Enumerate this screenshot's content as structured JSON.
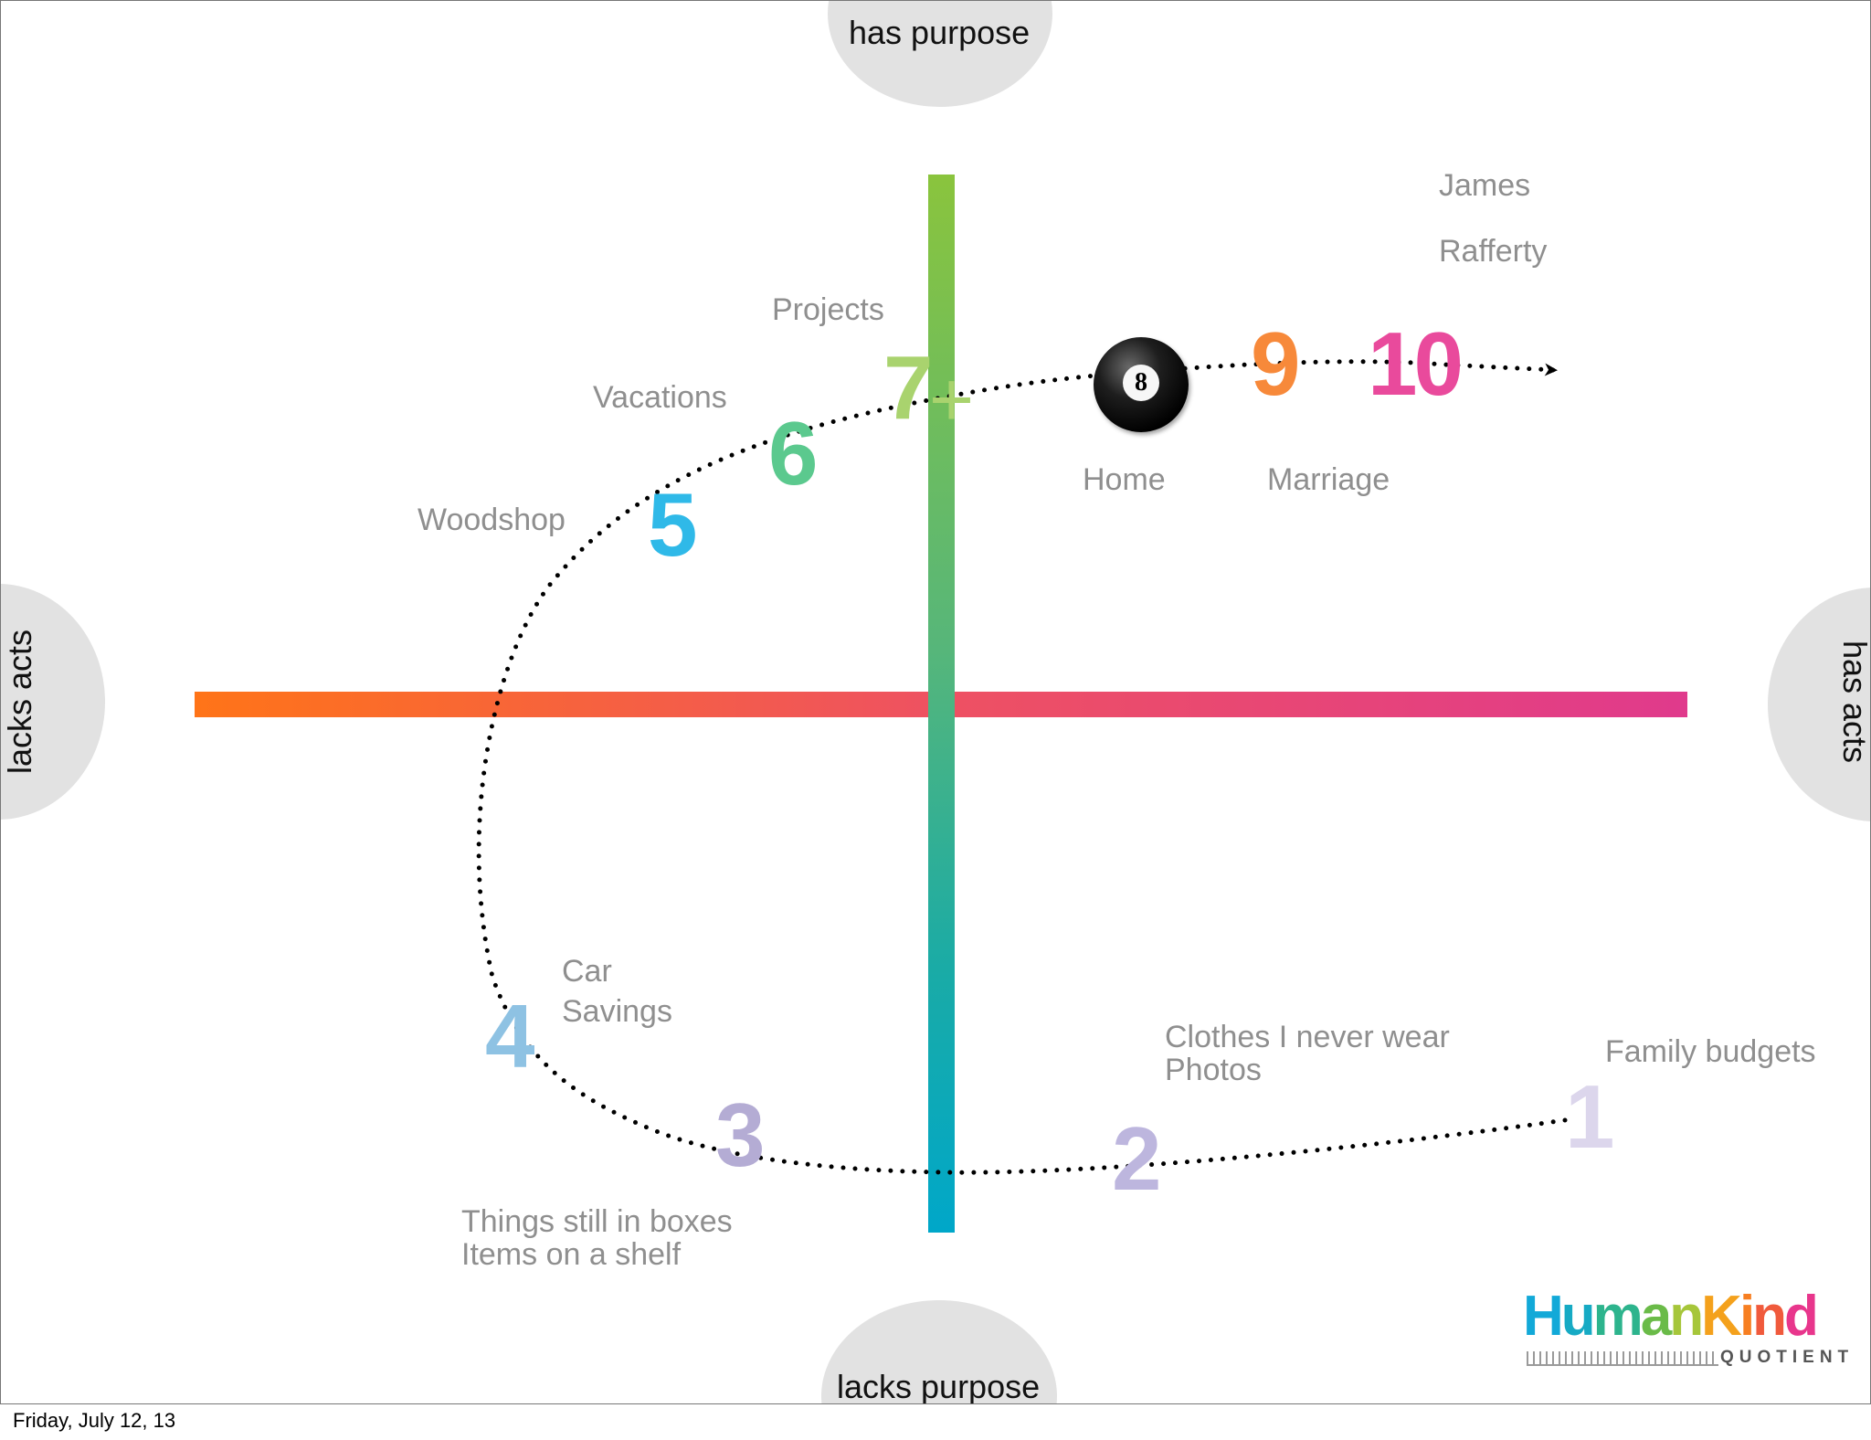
{
  "quadrants": {
    "top": "has purpose",
    "bottom": "lacks purpose",
    "left": "lacks acts",
    "right": "has acts"
  },
  "steps": [
    {
      "number": "1",
      "color": "#dcd6ec"
    },
    {
      "number": "2",
      "color": "#bdb6de"
    },
    {
      "number": "3",
      "color": "#b4acd4"
    },
    {
      "number": "4",
      "color": "#8ec2e3"
    },
    {
      "number": "5",
      "color": "#2fb9e8"
    },
    {
      "number": "6",
      "color": "#5bc98e"
    },
    {
      "number": "7",
      "color": "#a9d36e"
    },
    {
      "number": "+",
      "color": "#a9d36e"
    },
    {
      "number": "9",
      "color": "#f7893a"
    },
    {
      "number": "10",
      "color": "#e94a9c"
    }
  ],
  "eight_ball": {
    "number": "8"
  },
  "labels": {
    "family_budgets": "Family budgets",
    "clothes": "Clothes I never wear",
    "photos": "Photos",
    "things_boxes": "Things still in boxes",
    "items_shelf": "Items on a shelf",
    "car": "Car",
    "savings": "Savings",
    "woodshop": "Woodshop",
    "vacations": "Vacations",
    "projects": "Projects",
    "home": "Home",
    "marriage": "Marriage",
    "james": "James",
    "rafferty": "Rafferty"
  },
  "logo": {
    "letters": [
      {
        "ch": "H",
        "color": "#12a9d8"
      },
      {
        "ch": "u",
        "color": "#16aac4"
      },
      {
        "ch": "m",
        "color": "#2db48d"
      },
      {
        "ch": "a",
        "color": "#6abb48"
      },
      {
        "ch": "n",
        "color": "#a6c63a"
      },
      {
        "ch": "K",
        "color": "#f4a11c"
      },
      {
        "ch": "i",
        "color": "#f77f22"
      },
      {
        "ch": "n",
        "color": "#f05a3c"
      },
      {
        "ch": "d",
        "color": "#e8368c"
      }
    ],
    "sub": "QUOTIENT"
  },
  "footer": "Friday, July 12, 13"
}
